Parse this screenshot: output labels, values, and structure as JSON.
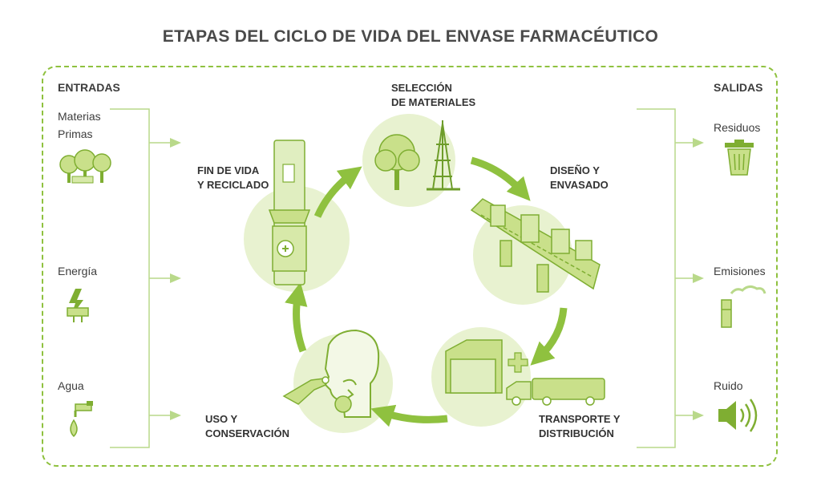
{
  "title": "ETAPAS DEL CICLO DE VIDA DEL ENVASE FARMACÉUTICO",
  "inputs": {
    "header": "ENTRADAS",
    "items": [
      {
        "line1": "Materias",
        "line2": "Primas",
        "icon": "trees-icon"
      },
      {
        "line1": "Energía",
        "line2": "",
        "icon": "electric-plug-icon"
      },
      {
        "line1": "Agua",
        "line2": "",
        "icon": "water-tap-icon"
      }
    ]
  },
  "outputs": {
    "header": "SALIDAS",
    "items": [
      {
        "label": "Residuos",
        "icon": "trash-bin-icon"
      },
      {
        "label": "Emisiones",
        "icon": "chimney-smoke-icon"
      },
      {
        "label": "Ruido",
        "icon": "speaker-sound-icon"
      }
    ]
  },
  "stages": {
    "seleccion": {
      "line1": "SELECCIÓN",
      "line2": "DE MATERIALES"
    },
    "diseno": {
      "line1": "DISEÑO Y",
      "line2": "ENVASADO"
    },
    "transporte": {
      "line1": "TRANSPORTE Y",
      "line2": "DISTRIBUCIÓN"
    },
    "uso": {
      "line1": "USO Y",
      "line2": "CONSERVACIÓN"
    },
    "fin": {
      "line1": "FIN DE VIDA",
      "line2": "Y RECICLADO"
    }
  },
  "colors": {
    "accent": "#8fc13f",
    "circle_fill": "#e8f2d0",
    "icon_fill": "#c9e08a",
    "icon_stroke": "#7fae32",
    "text": "#3d3d3d"
  }
}
